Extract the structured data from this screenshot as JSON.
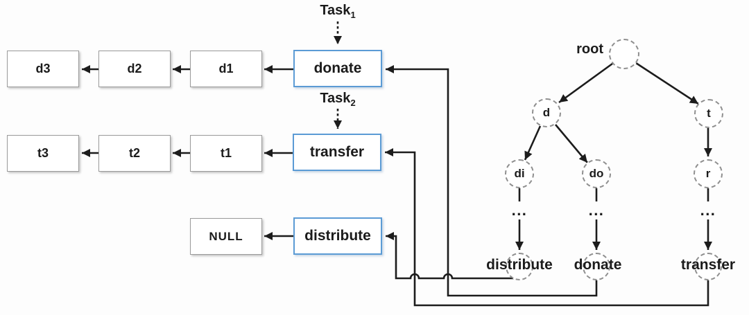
{
  "colors": {
    "background": "#fdfdfd",
    "line": "#1c1c1c",
    "text": "#1b1b1b",
    "box_fill": "#ffffff",
    "box_border": "#9a9a9a",
    "accent_blue": "#5b9bd5",
    "node_border": "#8f8f8f"
  },
  "lists": {
    "row1": {
      "items": [
        "d3",
        "d2",
        "d1"
      ],
      "head": "donate"
    },
    "row2": {
      "items": [
        "t3",
        "t2",
        "t1"
      ],
      "head": "transfer"
    },
    "row3": {
      "items": [
        "NULL"
      ],
      "head": "distribute"
    }
  },
  "tasks": [
    {
      "base": "Task",
      "sub": "1"
    },
    {
      "base": "Task",
      "sub": "2"
    }
  ],
  "trie": {
    "root_label": "root",
    "level1": [
      "d",
      "t"
    ],
    "level2": [
      "di",
      "do",
      "r"
    ],
    "ellipsis": "...",
    "leaves": [
      "distribute",
      "donate",
      "transfer"
    ]
  }
}
